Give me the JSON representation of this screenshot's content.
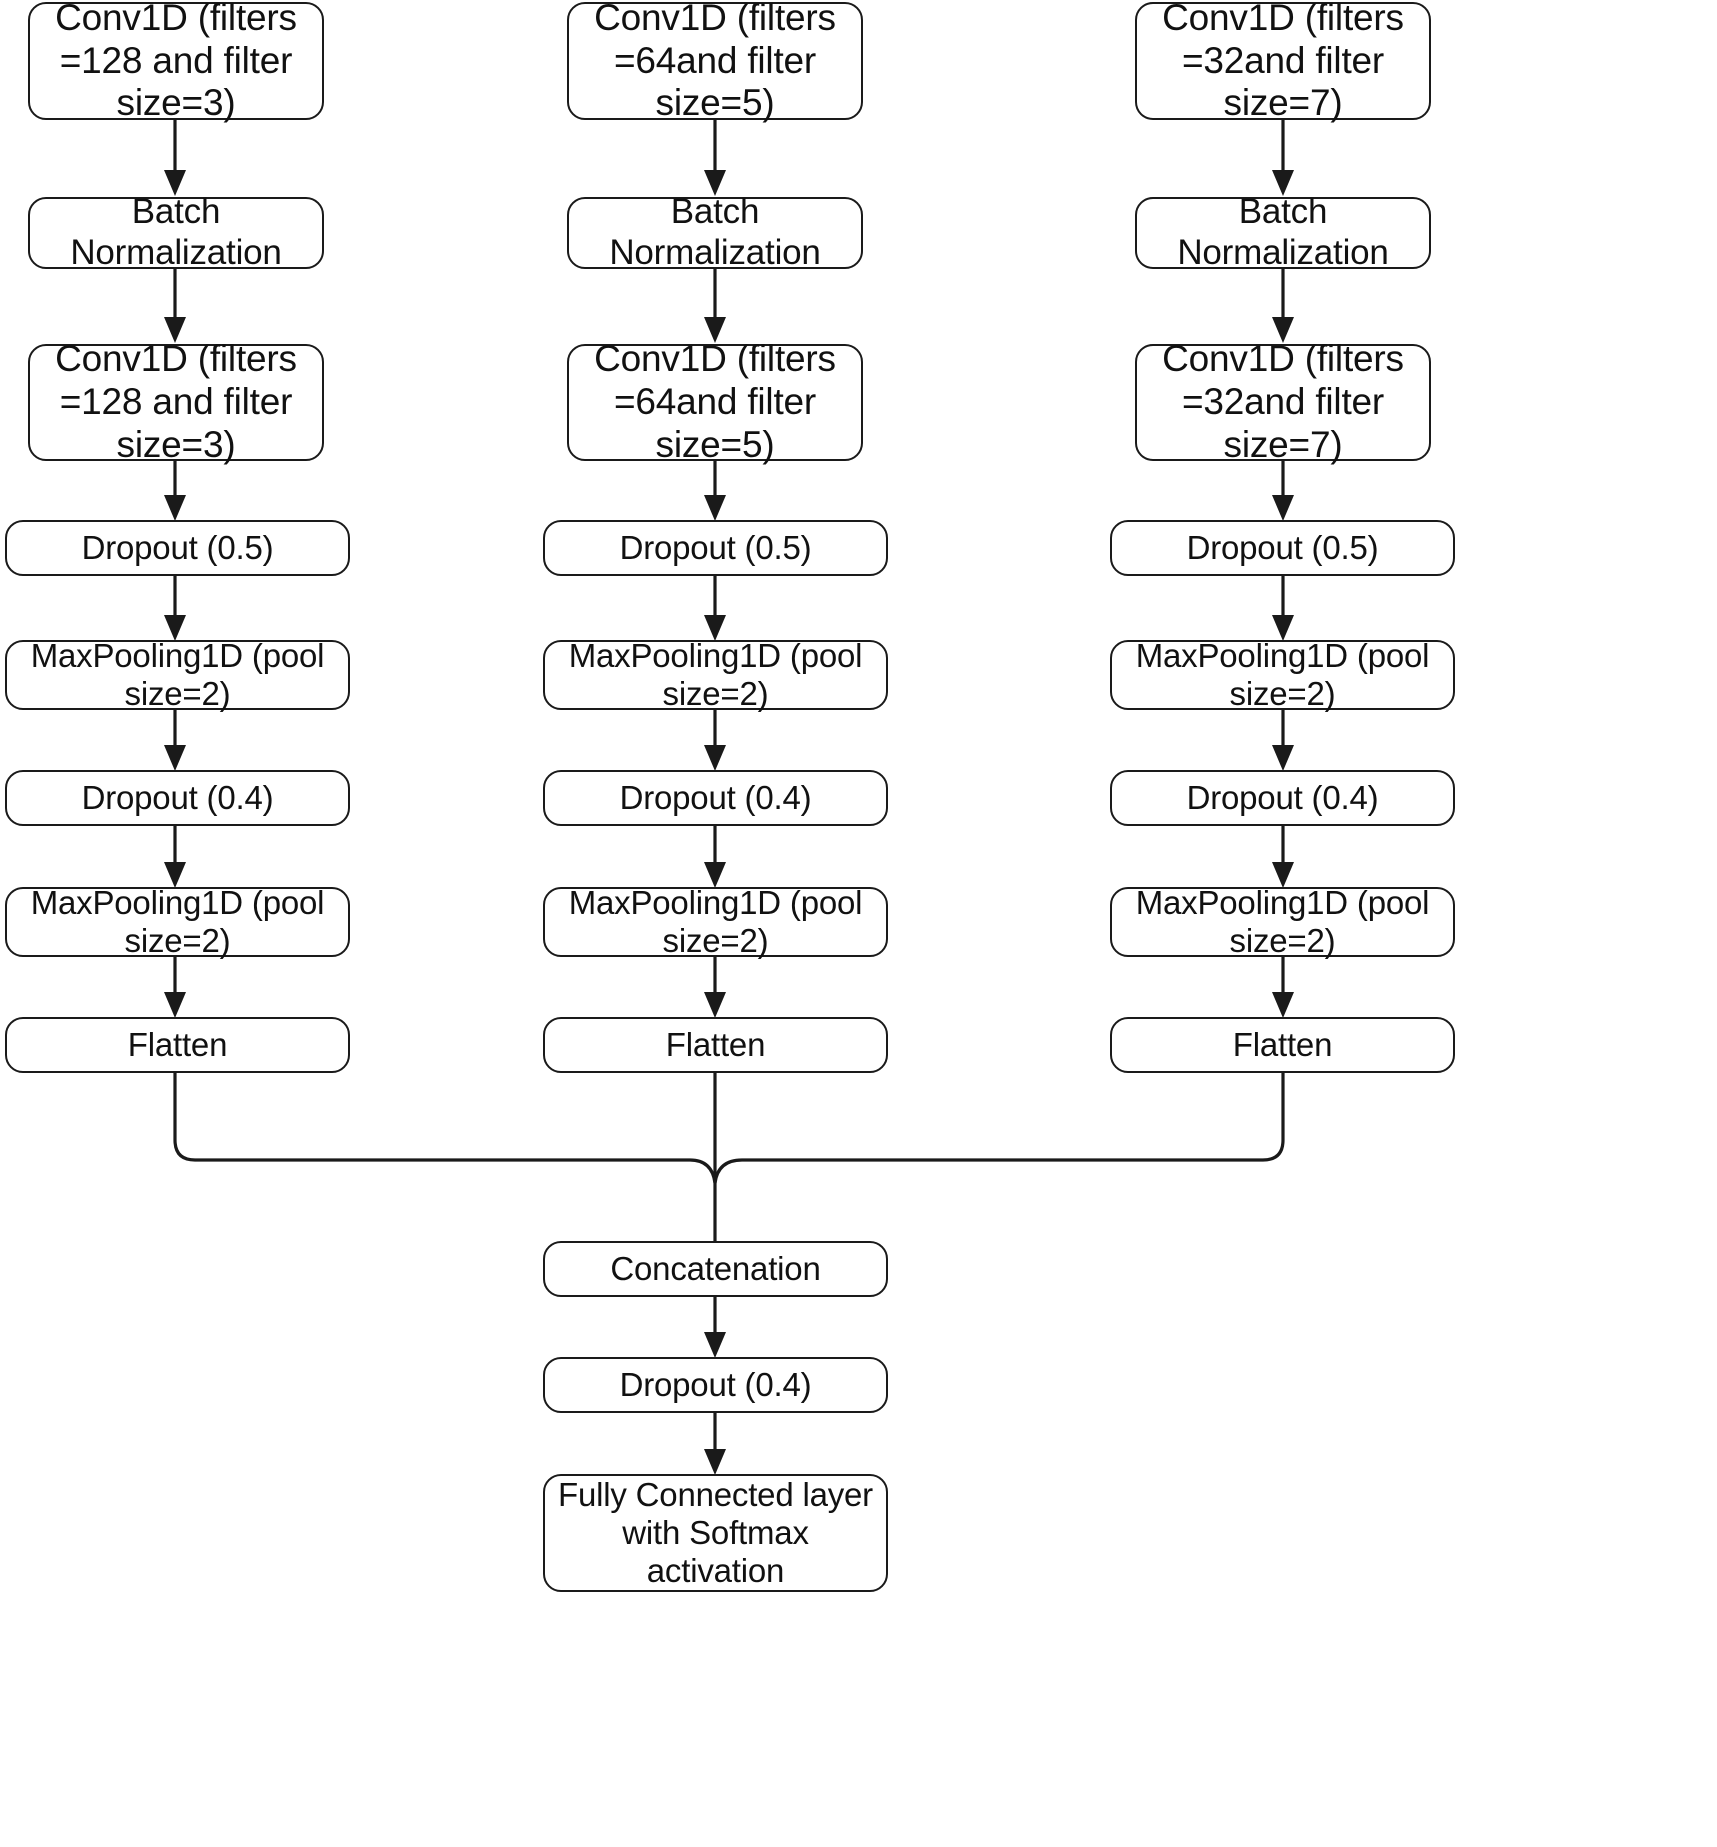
{
  "diagram": {
    "title": "Multi-branch 1D CNN architecture",
    "type": "flowchart",
    "background": "#ffffff",
    "stroke_color": "#1a1a1a",
    "branches": [
      {
        "id": "branch-1",
        "nodes": [
          {
            "id": "b1-conv1",
            "label": "Conv1D (filters\n=128 and filter\nsize=3)"
          },
          {
            "id": "b1-bn",
            "label": "Batch\nNormalization"
          },
          {
            "id": "b1-conv2",
            "label": "Conv1D (filters\n=128 and filter\nsize=3)"
          },
          {
            "id": "b1-drop1",
            "label": "Dropout (0.5)"
          },
          {
            "id": "b1-pool1",
            "label": "MaxPooling1D (pool\nsize=2)"
          },
          {
            "id": "b1-drop2",
            "label": "Dropout (0.4)"
          },
          {
            "id": "b1-pool2",
            "label": "MaxPooling1D (pool\nsize=2)"
          },
          {
            "id": "b1-flatten",
            "label": "Flatten"
          }
        ]
      },
      {
        "id": "branch-2",
        "nodes": [
          {
            "id": "b2-conv1",
            "label": "Conv1D (filters\n=64and filter\nsize=5)"
          },
          {
            "id": "b2-bn",
            "label": "Batch\nNormalization"
          },
          {
            "id": "b2-conv2",
            "label": "Conv1D (filters\n=64and filter\nsize=5)"
          },
          {
            "id": "b2-drop1",
            "label": "Dropout (0.5)"
          },
          {
            "id": "b2-pool1",
            "label": "MaxPooling1D (pool\nsize=2)"
          },
          {
            "id": "b2-drop2",
            "label": "Dropout (0.4)"
          },
          {
            "id": "b2-pool2",
            "label": "MaxPooling1D (pool\nsize=2)"
          },
          {
            "id": "b2-flatten",
            "label": "Flatten"
          }
        ]
      },
      {
        "id": "branch-3",
        "nodes": [
          {
            "id": "b3-conv1",
            "label": "Conv1D (filters\n=32and filter\nsize=7)"
          },
          {
            "id": "b3-bn",
            "label": "Batch\nNormalization"
          },
          {
            "id": "b3-conv2",
            "label": "Conv1D (filters\n=32and filter\nsize=7)"
          },
          {
            "id": "b3-drop1",
            "label": "Dropout (0.5)"
          },
          {
            "id": "b3-pool1",
            "label": "MaxPooling1D (pool\nsize=2)"
          },
          {
            "id": "b3-drop2",
            "label": "Dropout (0.4)"
          },
          {
            "id": "b3-pool2",
            "label": "MaxPooling1D (pool\nsize=2)"
          },
          {
            "id": "b3-flatten",
            "label": "Flatten"
          }
        ]
      }
    ],
    "merge": [
      {
        "id": "concat",
        "label": "Concatenation"
      },
      {
        "id": "drop-out",
        "label": "Dropout (0.4)"
      },
      {
        "id": "fc",
        "label": "Fully Connected layer\nwith Softmax\nactivation"
      }
    ]
  }
}
